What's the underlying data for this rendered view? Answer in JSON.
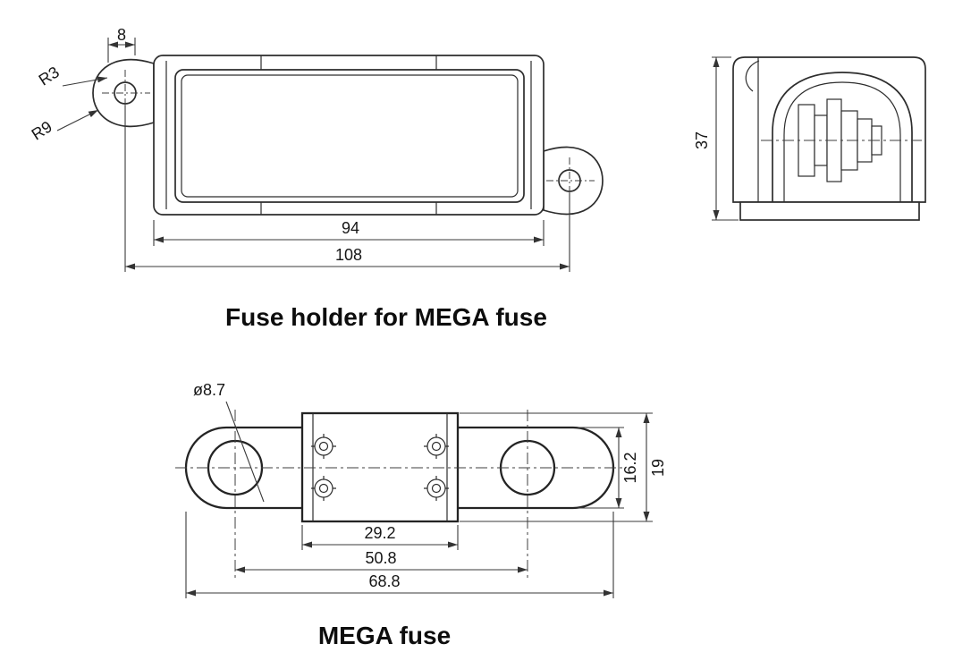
{
  "figures": {
    "holder": {
      "caption": "Fuse holder for MEGA fuse",
      "front_view": {
        "tab_width": "8",
        "radius_small": "R3",
        "radius_large": "R9",
        "body_length": "94",
        "mounting_hole_spacing": "108"
      },
      "side_view": {
        "height": "37"
      }
    },
    "mega_fuse": {
      "caption": "MEGA fuse",
      "dims": {
        "hole_diameter": "ø8.7",
        "terminal_width": "16.2",
        "body_width": "19",
        "body_length": "29.2",
        "hole_spacing": "50.8",
        "overall_length": "68.8"
      }
    }
  }
}
